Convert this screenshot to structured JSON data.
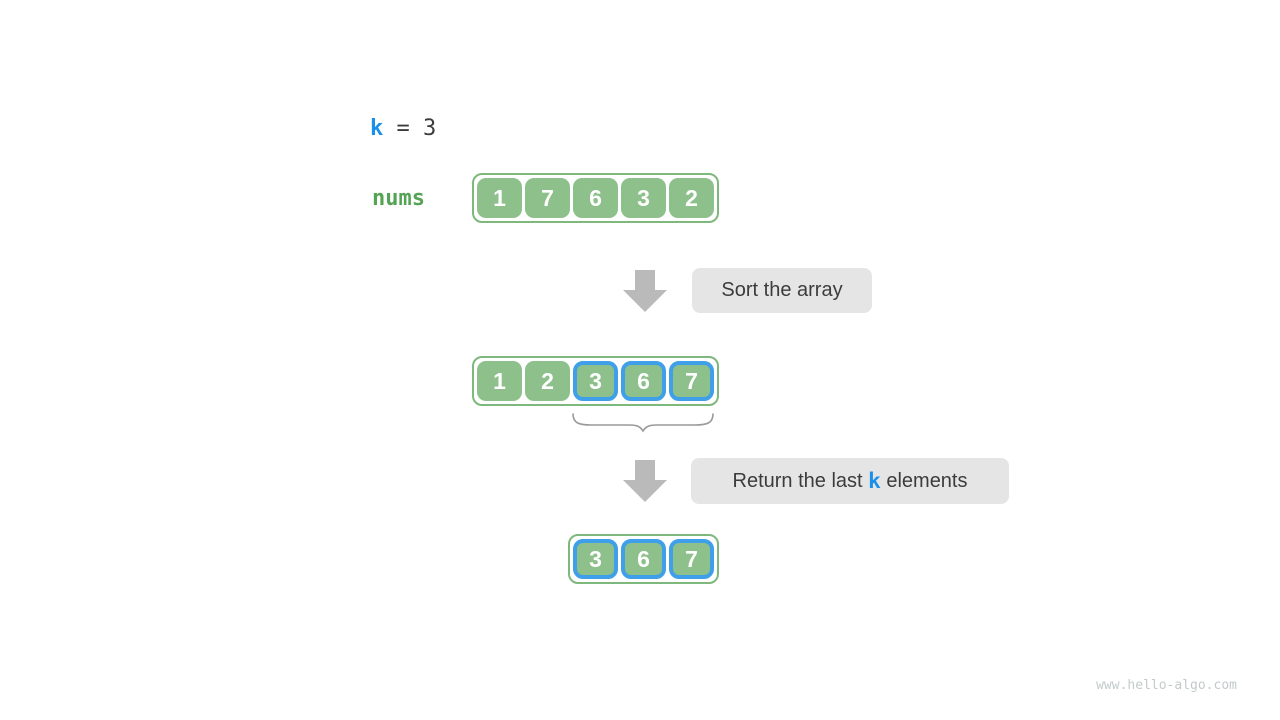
{
  "figure": {
    "k_assignment": {
      "variable": "k",
      "equals": " = ",
      "value": "3"
    },
    "nums_label": "nums",
    "arrays": {
      "initial": {
        "values": [
          "1",
          "7",
          "6",
          "3",
          "2"
        ],
        "highlighted": []
      },
      "sorted": {
        "values": [
          "1",
          "2",
          "3",
          "6",
          "7"
        ],
        "highlighted": [
          2,
          3,
          4
        ]
      },
      "result": {
        "values": [
          "3",
          "6",
          "7"
        ],
        "highlighted": [
          0,
          1,
          2
        ]
      }
    },
    "steps": {
      "sort": {
        "label": "Sort the array"
      },
      "return": {
        "before": "Return the last ",
        "k": "k",
        "after": " elements"
      }
    },
    "watermark": "www.hello-algo.com"
  },
  "colors": {
    "cell_green": "#8dc08a",
    "container_border_green": "#7fb87c",
    "highlight_blue": "#3fa0e9",
    "k_text_blue": "#1c8fea",
    "nums_text_green": "#55a455",
    "arrow_gray": "#bababa",
    "label_box_gray": "#e5e5e5",
    "label_text_dark": "#3c3c3c",
    "brace_gray": "#999999",
    "watermark_gray": "#c2caca",
    "cell_number_white": "#ffffff"
  }
}
